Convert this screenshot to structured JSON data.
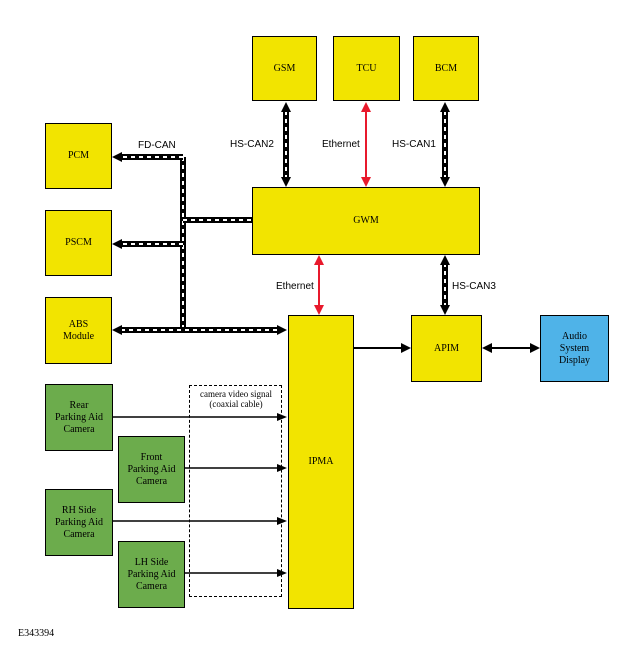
{
  "modules": {
    "gsm": "GSM",
    "tcu": "TCU",
    "bcm": "BCM",
    "pcm": "PCM",
    "pscm": "PSCM",
    "abs": "ABS\nModule",
    "gwm": "GWM",
    "apim": "APIM",
    "audio": "Audio\nSystem\nDisplay",
    "ipma": "IPMA",
    "rear_cam": "Rear\nParking Aid\nCamera",
    "front_cam": "Front\nParking Aid\nCamera",
    "rh_cam": "RH Side\nParking Aid\nCamera",
    "lh_cam": "LH Side\nParking Aid\nCamera"
  },
  "labels": {
    "fd_can": "FD-CAN",
    "hs_can2": "HS-CAN2",
    "ethernet_tcu": "Ethernet",
    "hs_can1": "HS-CAN1",
    "ethernet_ipma": "Ethernet",
    "hs_can3": "HS-CAN3",
    "camera_signal_line1": "camera video signal",
    "camera_signal_line2": "(coaxial cable)"
  },
  "figure_id": "E343394",
  "colors": {
    "module_yellow": "#f2e400",
    "camera_green": "#6cac4c",
    "display_blue": "#4fb3e8",
    "ethernet_red": "#e8192c"
  }
}
